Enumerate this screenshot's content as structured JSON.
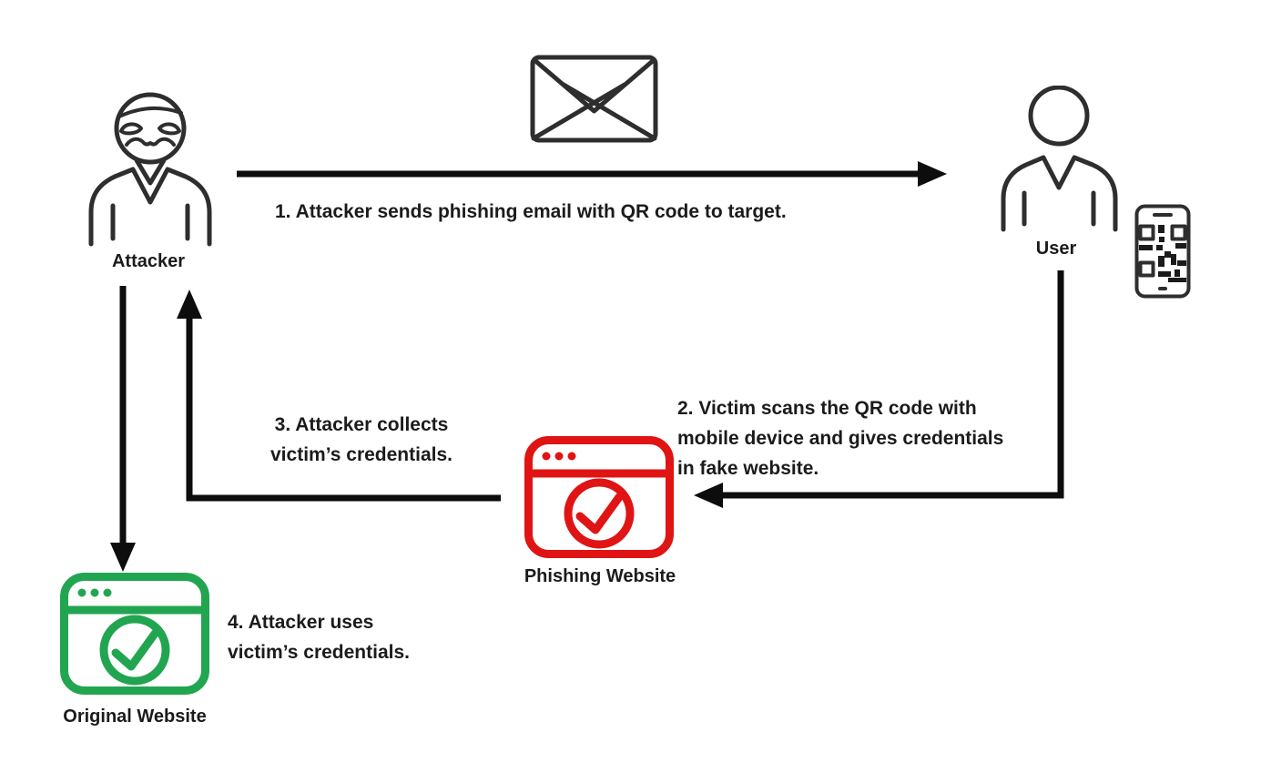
{
  "colors": {
    "red": "#E01414",
    "green": "#22A551",
    "ink": "#1B1B1B"
  },
  "nodes": {
    "attacker": {
      "label": "Attacker",
      "icon": "masked-attacker-icon"
    },
    "user": {
      "label": "User",
      "icon": "user-icon"
    },
    "email": {
      "icon": "envelope-icon"
    },
    "phone": {
      "icon": "smartphone-qr-icon"
    },
    "phishing_site": {
      "label": "Phishing Website",
      "icon": "browser-check-icon",
      "color": "#E01414"
    },
    "original_site": {
      "label": "Original Website",
      "icon": "browser-check-icon",
      "color": "#22A551"
    }
  },
  "steps": [
    {
      "id": 1,
      "text": "1. Attacker sends phishing email with QR code to target."
    },
    {
      "id": 2,
      "lines": [
        "2. Victim scans the QR code with",
        "mobile device and gives credentials",
        "in fake website."
      ]
    },
    {
      "id": 3,
      "lines": [
        "3. Attacker collects",
        "victim’s credentials."
      ]
    },
    {
      "id": 4,
      "lines": [
        "4. Attacker uses",
        "victim’s credentials."
      ]
    }
  ]
}
